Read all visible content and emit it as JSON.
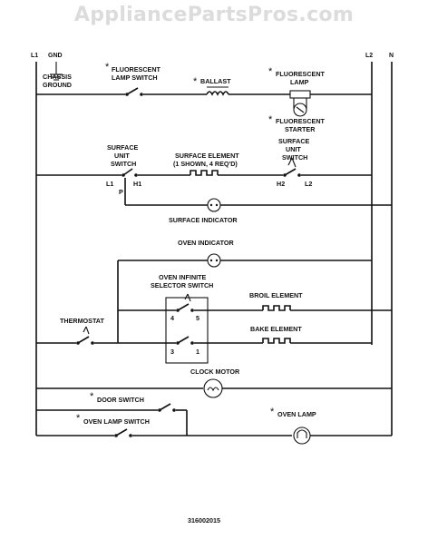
{
  "watermark": "AppliancePartsPros.com",
  "rails": {
    "l1": "L1",
    "gnd": "GND",
    "l2": "L2",
    "n": "N"
  },
  "labels": {
    "chassis_ground_1": "CHASSIS",
    "chassis_ground_2": "GROUND",
    "fluorescent_lamp_switch_1": "FLUORESCENT",
    "fluorescent_lamp_switch_2": "LAMP SWITCH",
    "ballast": "BALLAST",
    "fluorescent_lamp_1": "FLUORESCENT",
    "fluorescent_lamp_2": "LAMP",
    "fluorescent_starter_1": "FLUORESCENT",
    "fluorescent_starter_2": "STARTER",
    "surface_unit_switch_left_1": "SURFACE",
    "surface_unit_switch_left_2": "UNIT",
    "surface_unit_switch_left_3": "SWITCH",
    "surface_element_1": "SURFACE ELEMENT",
    "surface_element_2": "(1 SHOWN, 4 REQ'D)",
    "surface_unit_switch_right_1": "SURFACE",
    "surface_unit_switch_right_2": "UNIT",
    "surface_unit_switch_right_3": "SWITCH",
    "term_l1": "L1",
    "term_h1": "H1",
    "term_p": "P",
    "term_h2": "H2",
    "term_l2": "L2",
    "surface_indicator": "SURFACE INDICATOR",
    "oven_indicator": "OVEN INDICATOR",
    "oven_selector_1": "OVEN INFINITE",
    "oven_selector_2": "SELECTOR SWITCH",
    "sel_4": "4",
    "sel_5": "5",
    "sel_3": "3",
    "sel_1": "1",
    "broil_element": "BROIL ELEMENT",
    "bake_element": "BAKE ELEMENT",
    "thermostat": "THERMOSTAT",
    "clock_motor": "CLOCK MOTOR",
    "door_switch": "DOOR SWITCH",
    "oven_lamp_switch": "OVEN LAMP SWITCH",
    "oven_lamp": "OVEN LAMP",
    "star": "*"
  },
  "part_number": "316002015"
}
